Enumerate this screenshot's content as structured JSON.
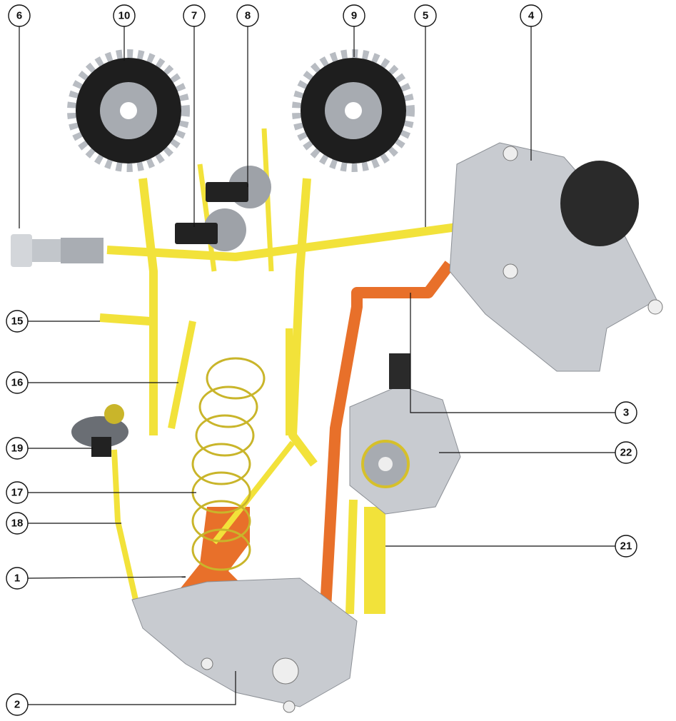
{
  "diagram": {
    "colors": {
      "chain_guide": "#f2e23a",
      "oil_pipe": "#e8702a",
      "sprocket": "#1e1e1e",
      "housing": "#c8cbd0",
      "leader": "#111111"
    },
    "callouts": [
      {
        "id": "6",
        "label": "6"
      },
      {
        "id": "10",
        "label": "10"
      },
      {
        "id": "7",
        "label": "7"
      },
      {
        "id": "8",
        "label": "8"
      },
      {
        "id": "9",
        "label": "9"
      },
      {
        "id": "5",
        "label": "5"
      },
      {
        "id": "4",
        "label": "4"
      },
      {
        "id": "15",
        "label": "15"
      },
      {
        "id": "16",
        "label": "16"
      },
      {
        "id": "19",
        "label": "19"
      },
      {
        "id": "17",
        "label": "17"
      },
      {
        "id": "18",
        "label": "18"
      },
      {
        "id": "1",
        "label": "1"
      },
      {
        "id": "2",
        "label": "2"
      },
      {
        "id": "3",
        "label": "3"
      },
      {
        "id": "22",
        "label": "22"
      },
      {
        "id": "21",
        "label": "21"
      }
    ]
  }
}
